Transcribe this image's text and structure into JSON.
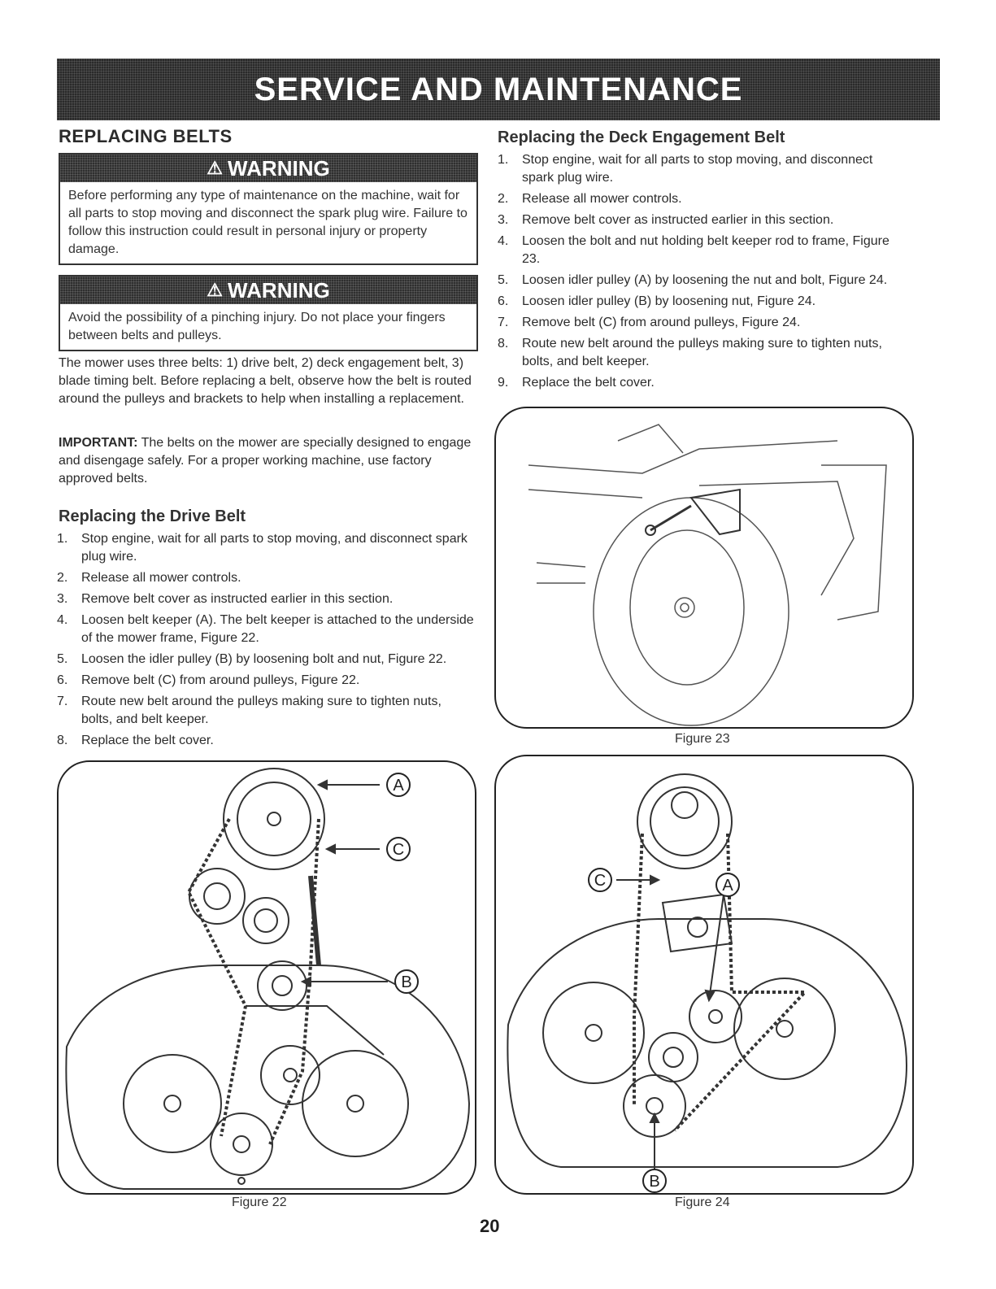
{
  "banner": {
    "title": "SERVICE AND MAINTENANCE"
  },
  "left": {
    "heading": "REPLACING BELTS",
    "warning1": {
      "label": "WARNING",
      "text": "Before performing any type of maintenance on the machine, wait for all parts to stop moving and disconnect the spark plug wire. Failure to follow this instruction could result in personal injury or property damage."
    },
    "warning2": {
      "label": "WARNING",
      "text": "Avoid the possibility of a pinching injury. Do not place your fingers between belts and pulleys."
    },
    "intro": "The mower uses three belts: 1) drive belt, 2) deck engagement belt, 3) blade timing belt. Before replacing a belt, observe how the belt is routed around the pulleys and brackets to help when installing a replacement.",
    "important_label": "IMPORTANT:",
    "important_text": " The belts on the mower are specially designed to engage and disengage safely. For a proper working machine, use factory approved belts.",
    "drive_heading": "Replacing the Drive Belt",
    "drive_steps": [
      "Stop engine, wait for all parts to stop moving, and disconnect spark plug wire.",
      "Release all mower controls.",
      "Remove belt cover as instructed earlier in this section.",
      "Loosen belt keeper (A). The belt keeper is attached to the underside of the mower frame, Figure 22.",
      "Loosen the idler pulley (B) by loosening bolt and nut, Figure 22.",
      "Remove belt (C) from around pulleys, Figure 22.",
      "Route new belt around the pulleys making sure to tighten nuts, bolts, and belt keeper.",
      "Replace the belt cover."
    ],
    "figure_caption": "Figure 22",
    "fig_labels": [
      "A",
      "C",
      "B"
    ]
  },
  "right": {
    "deck_heading": "Replacing the Deck Engagement Belt",
    "deck_steps": [
      "Stop engine, wait for all parts to stop moving, and disconnect spark plug wire.",
      "Release all mower controls.",
      "Remove belt cover as instructed earlier in this section.",
      "Loosen the bolt and nut holding belt keeper rod to frame, Figure 23.",
      "Loosen idler pulley (A) by loosening the nut and bolt, Figure 24.",
      "Loosen idler pulley (B) by loosening nut, Figure 24.",
      "Remove belt (C) from around pulleys, Figure 24.",
      "Route new belt around the pulleys making sure to tighten nuts, bolts, and belt keeper.",
      "Replace the belt cover."
    ],
    "figure23_caption": "Figure 23",
    "figure24_caption": "Figure 24",
    "fig24_labels": [
      "C",
      "A",
      "B"
    ]
  },
  "page_number": "20"
}
